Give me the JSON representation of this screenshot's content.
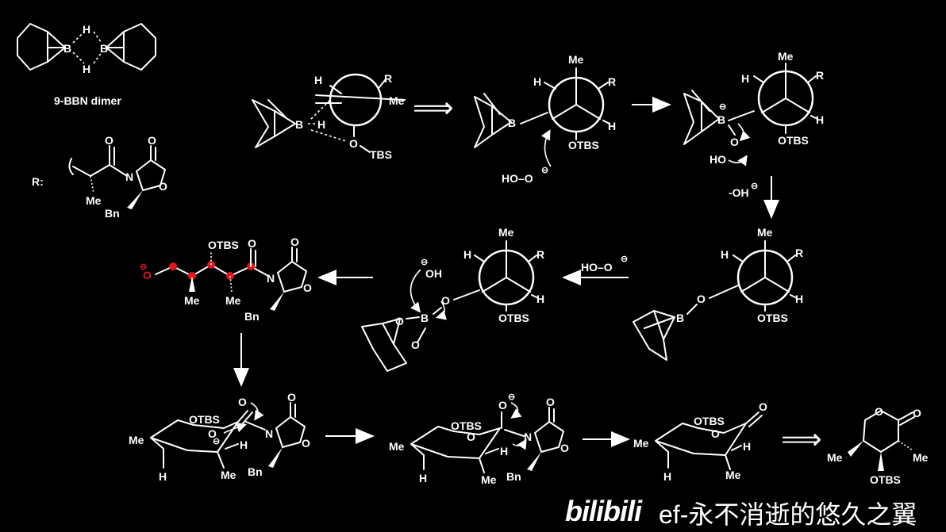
{
  "labels": {
    "dimer_caption": "9-BBN dimer",
    "r_label": "R:",
    "B": "B",
    "H": "H",
    "O": "O",
    "N": "N",
    "R": "R",
    "Me": "Me",
    "Bn": "Bn",
    "OTBS": "OTBS",
    "TBS": "TBS",
    "HOO": "HO–O",
    "HO": "HO",
    "OH": "OH",
    "minus": "⊖",
    "minus_oh": "-OH",
    "retro": "⟹"
  },
  "watermark": {
    "logo": "bilibili",
    "text": "ef-永不消逝的悠久之翼"
  },
  "colors": {
    "background": "#000000",
    "ink": "#ffffff",
    "highlight": "#e0161b"
  }
}
